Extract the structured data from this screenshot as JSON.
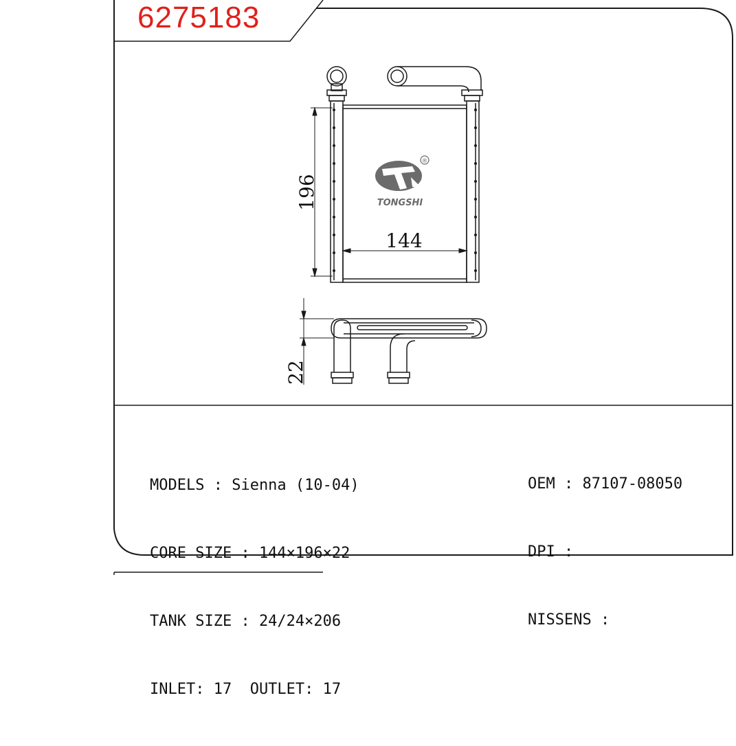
{
  "code": "6275183",
  "diagram": {
    "dim_height": "196",
    "dim_width": "144",
    "dim_depth": "22",
    "logo_text": "TONGSHI",
    "registered_mark": "®"
  },
  "specs_left": [
    "MODELS : Sienna (10-04)",
    "CORE SIZE : 144×196×22",
    "TANK SIZE : 24/24×206",
    "INLET: 17  OUTLET: 17"
  ],
  "specs_right": [
    "OEM : 87107-08050",
    "DPI :",
    "NISSENS :"
  ],
  "colors": {
    "code": "#e0201b",
    "line": "#1a1a1a",
    "logo": "#6b6b6b"
  }
}
